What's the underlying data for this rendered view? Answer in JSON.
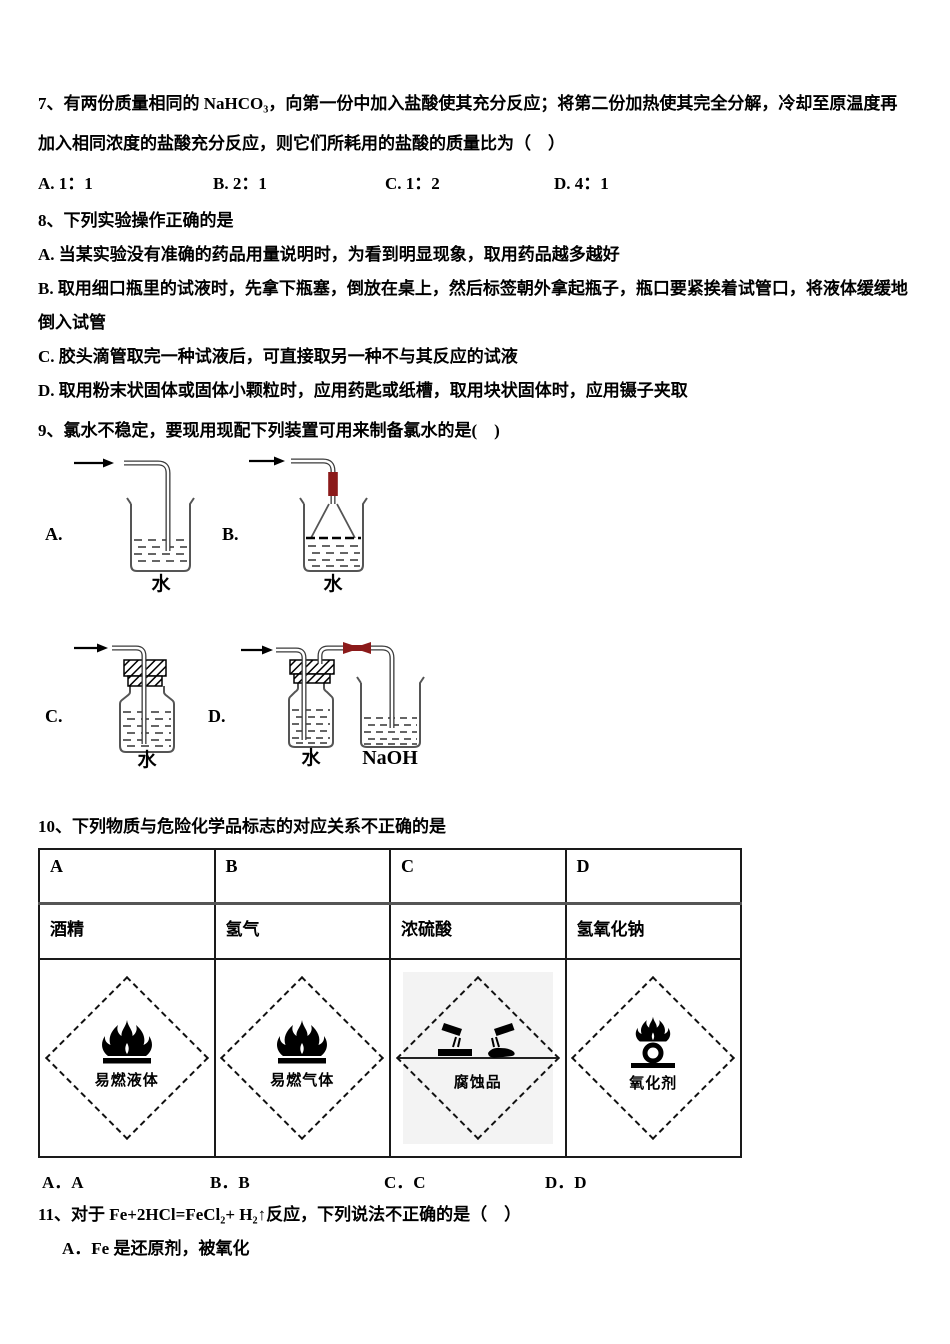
{
  "colors": {
    "ink": "#000000",
    "tube_gray": "#3a3a3a",
    "vessel_gray": "#555555",
    "connector_red": "#8b1a1a"
  },
  "q7": {
    "stem": "7、有两份质量相同的 NaHCO₃，向第一份中加入盐酸使其充分反应；将第二份加热使其完全分解，冷却至原温度再加入相同浓度的盐酸充分反应，则它们所耗用的盐酸的质量比为（　）",
    "options": [
      "A. 1：1",
      "B. 2：1",
      "C. 1：2",
      "D. 4：1"
    ]
  },
  "q8": {
    "stem": "8、下列实验操作正确的是",
    "options": [
      "A. 当某实验没有准确的药品用量说明时，为看到明显现象，取用药品越多越好",
      "B. 取用细口瓶里的试液时，先拿下瓶塞，倒放在桌上，然后标签朝外拿起瓶子，瓶口要紧挨着试管口，将液体缓缓地倒入试管",
      "C. 胶头滴管取完一种试液后，可直接取另一种不与其反应的试液",
      "D. 取用粉末状固体或固体小颗粒时，应用药匙或纸槽，取用块状固体时，应用镊子夹取"
    ]
  },
  "q9": {
    "stem": "9、氯水不稳定，要现用现配下列装置可用来制备氯水的是(　)",
    "diagrams": [
      {
        "label": "A.",
        "caption": "水"
      },
      {
        "label": "B.",
        "caption": "水"
      },
      {
        "label": "C.",
        "caption": "水"
      },
      {
        "label": "D.",
        "caption": "水",
        "caption2": "NaOH"
      }
    ]
  },
  "q10": {
    "stem": "10、下列物质与危险化学品标志的对应关系不正确的是",
    "table": {
      "headers": [
        "A",
        "B",
        "C",
        "D"
      ],
      "substances": [
        "酒精",
        "氢气",
        "浓硫酸",
        "氢氧化钠"
      ],
      "sign_labels": [
        "易燃液体",
        "易燃气体",
        "腐蚀品",
        "氧化剂"
      ]
    },
    "options": [
      "A．A",
      "B．B",
      "C．C",
      "D．D"
    ]
  },
  "q11": {
    "stem": "11、对于 Fe+2HCl=FeCl₂+ H₂↑反应，下列说法不正确的是（　）",
    "options": [
      "A．Fe 是还原剂，被氧化"
    ]
  }
}
